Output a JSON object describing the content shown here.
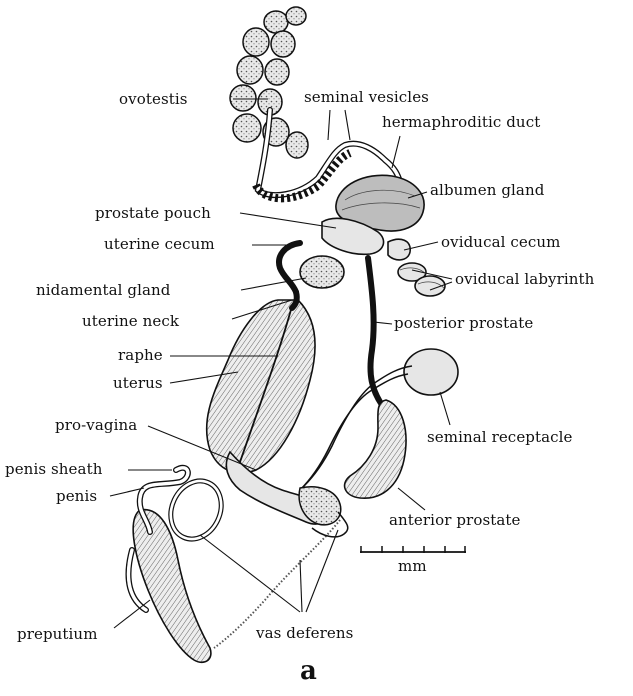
{
  "labels": {
    "ovotestis": "ovotestis",
    "seminal_vesicles": "seminal vesicles",
    "hermaphroditic_duct": "hermaphroditic duct",
    "albumen_gland": "albumen gland",
    "prostate_pouch": "prostate pouch",
    "uterine_cecum": "uterine cecum",
    "oviducal_cecum": "oviducal cecum",
    "nidamental_gland": "nidamental gland",
    "oviducal_labyrinth": "oviducal labyrinth",
    "uterine_neck": "uterine neck",
    "posterior_prostate": "posterior prostate",
    "raphe": "raphe",
    "uterus": "uterus",
    "pro_vagina": "pro-vagina",
    "seminal_receptacle": "seminal receptacle",
    "penis_sheath": "penis sheath",
    "penis": "penis",
    "anterior_prostate": "anterior prostate",
    "preputium": "preputium",
    "vas_deferens": "vas deferens"
  },
  "scale_bar": {
    "unit": "mm"
  },
  "figure_letter": "a",
  "colors": {
    "ink": "#111111",
    "tissue": "#e6e6e6",
    "shade": "#bdbdbd",
    "background": "#ffffff"
  }
}
